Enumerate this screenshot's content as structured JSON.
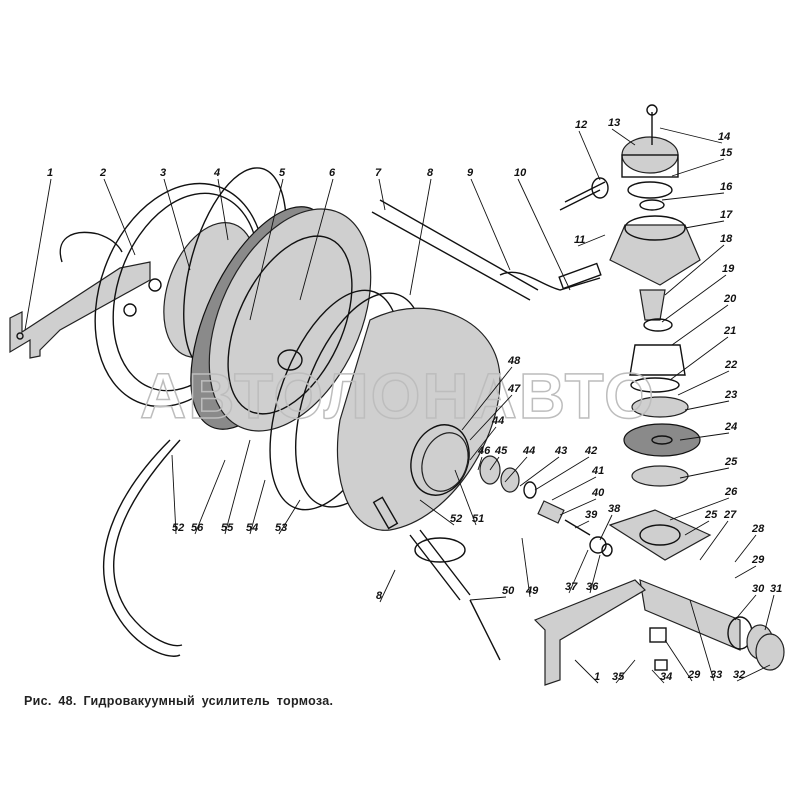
{
  "figure": {
    "caption": "Рис. 48. Гидровакуумный усилитель тормоза.",
    "watermark": "АВТОЛОНАВТО"
  },
  "labels": [
    "1",
    "2",
    "3",
    "4",
    "5",
    "6",
    "7",
    "8",
    "9",
    "10",
    "11",
    "12",
    "13",
    "14",
    "15",
    "16",
    "17",
    "18",
    "19",
    "20",
    "21",
    "22",
    "23",
    "24",
    "25",
    "26",
    "25",
    "27",
    "28",
    "29",
    "30",
    "31",
    "32",
    "33",
    "29",
    "34",
    "35",
    "1",
    "36",
    "37",
    "38",
    "39",
    "40",
    "41",
    "42",
    "43",
    "44",
    "45",
    "46",
    "44",
    "47",
    "48",
    "51",
    "52",
    "49",
    "50",
    "8",
    "53",
    "54",
    "55",
    "56",
    "52"
  ]
}
